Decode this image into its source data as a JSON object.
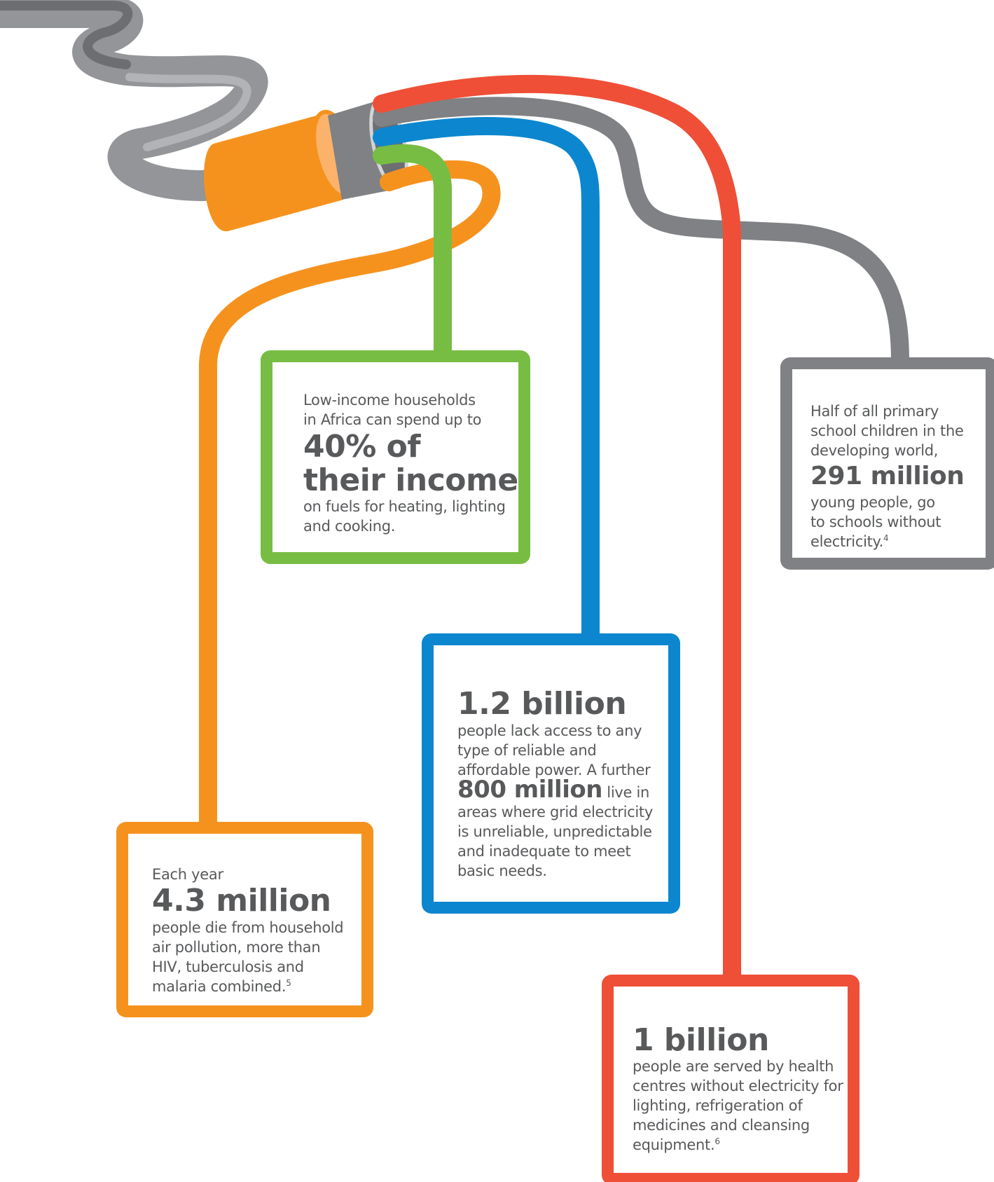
{
  "colors": {
    "orange": "#f5921e",
    "green": "#77bd43",
    "blue": "#0c87cf",
    "red": "#ef4f37",
    "grey": "#808184",
    "text": "#58595b"
  },
  "boxes": {
    "green": {
      "line1": "Low-income households",
      "line2": "in Africa can spend up to",
      "big1": "40% of",
      "big2": "their income",
      "line3": "on fuels for heating, lighting",
      "line4": "and cooking."
    },
    "grey": {
      "line1": "Half of all primary",
      "line2": "school children in the",
      "line3": "developing world,",
      "big": "291 million",
      "line4": "young people, go",
      "line5": "to schools without",
      "line6": "electricity.",
      "footnote": "4"
    },
    "blue": {
      "big": "1.2 billion",
      "line1": "people lack access to any",
      "line2": "type of reliable and",
      "line3": "affordable power. A further",
      "big_inline": "800 million",
      "line4_rest": " live in",
      "line5": "areas where grid electricity",
      "line6": "is unreliable, unpredictable",
      "line7": "and inadequate to meet",
      "line8": "basic needs."
    },
    "orange": {
      "line1": "Each year",
      "big": "4.3 million",
      "line2": "people die from household",
      "line3": "air pollution, more than",
      "line4": "HIV, tuberculosis and",
      "line5": "malaria combined.",
      "footnote": "5"
    },
    "red": {
      "big": "1 billion",
      "line1": "people are served by health",
      "line2": "centres without electricity for",
      "line3": "lighting, refrigeration of",
      "line4": "medicines and cleansing",
      "line5": "equipment.",
      "footnote": "6"
    }
  }
}
